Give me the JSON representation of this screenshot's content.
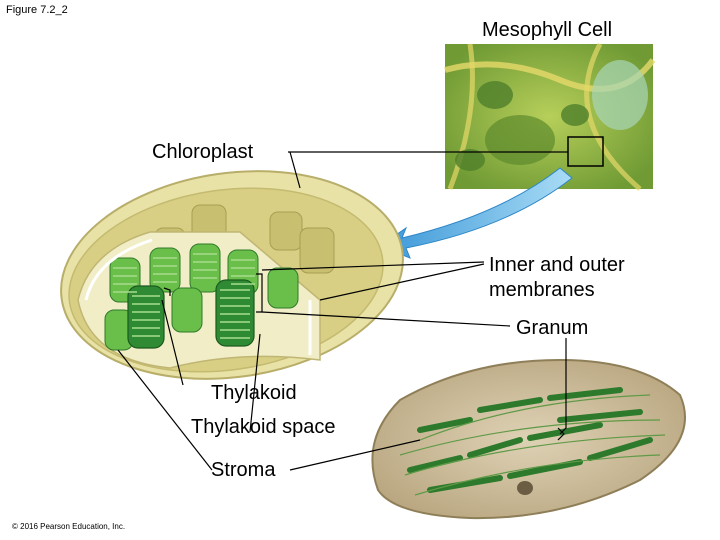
{
  "figure_id": "Figure 7.2_2",
  "copyright": "© 2016 Pearson Education, Inc.",
  "labels": {
    "mesophyll_cell": "Mesophyll Cell",
    "chloroplast": "Chloroplast",
    "membranes": "Inner and outer membranes",
    "granum": "Granum",
    "thylakoid": "Thylakoid",
    "thylakoid_space": "Thylakoid space",
    "stroma": "Stroma"
  },
  "colors": {
    "leaf_green": "#7fa53a",
    "chloroplast_dark_green": "#2e7d32",
    "chloroplast_light_green": "#6abf4b",
    "envelope_yellow": "#e8e2a6",
    "arrow_blue": "#5fb3e6",
    "stroma_tan": "#c9b99a"
  }
}
